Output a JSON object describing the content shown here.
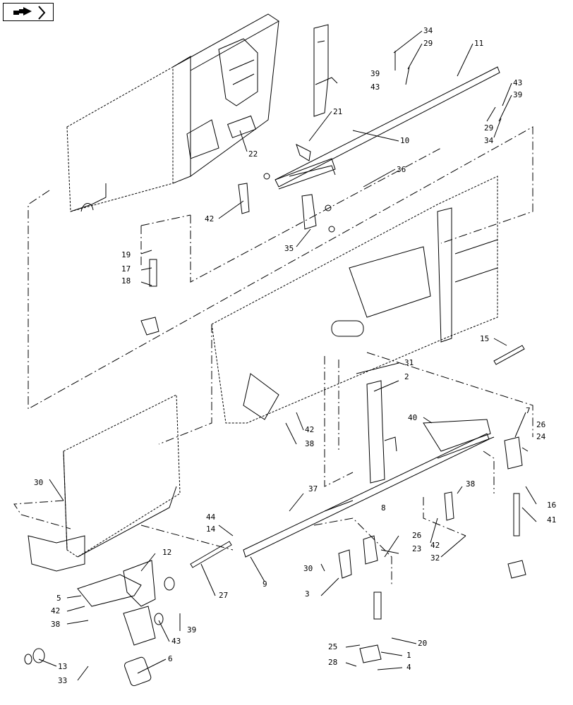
{
  "nav": {
    "icon": "next-page-arrow-icon"
  },
  "callouts": [
    {
      "id": "c34a",
      "text": "34"
    },
    {
      "id": "c29a",
      "text": "29"
    },
    {
      "id": "c11",
      "text": "11"
    },
    {
      "id": "c39a",
      "text": "39"
    },
    {
      "id": "c43a",
      "text": "43"
    },
    {
      "id": "c43b",
      "text": "43"
    },
    {
      "id": "c39b",
      "text": "39"
    },
    {
      "id": "c29b",
      "text": "29"
    },
    {
      "id": "c34b",
      "text": "34"
    },
    {
      "id": "c21",
      "text": "21"
    },
    {
      "id": "c10",
      "text": "10"
    },
    {
      "id": "c22",
      "text": "22"
    },
    {
      "id": "c36",
      "text": "36"
    },
    {
      "id": "c42a",
      "text": "42"
    },
    {
      "id": "c35",
      "text": "35"
    },
    {
      "id": "c19",
      "text": "19"
    },
    {
      "id": "c17",
      "text": "17"
    },
    {
      "id": "c18",
      "text": "18"
    },
    {
      "id": "c15",
      "text": "15"
    },
    {
      "id": "c31",
      "text": "31"
    },
    {
      "id": "c2",
      "text": "2"
    },
    {
      "id": "c42b",
      "text": "42"
    },
    {
      "id": "c38a",
      "text": "38"
    },
    {
      "id": "c40",
      "text": "40"
    },
    {
      "id": "c7",
      "text": "7"
    },
    {
      "id": "c26a",
      "text": "26"
    },
    {
      "id": "c24",
      "text": "24"
    },
    {
      "id": "c30a",
      "text": "30"
    },
    {
      "id": "c37",
      "text": "37"
    },
    {
      "id": "c8",
      "text": "8"
    },
    {
      "id": "c38b",
      "text": "38"
    },
    {
      "id": "c16",
      "text": "16"
    },
    {
      "id": "c41",
      "text": "41"
    },
    {
      "id": "c44",
      "text": "44"
    },
    {
      "id": "c14",
      "text": "14"
    },
    {
      "id": "c26b",
      "text": "26"
    },
    {
      "id": "c23",
      "text": "23"
    },
    {
      "id": "c42c",
      "text": "42"
    },
    {
      "id": "c32",
      "text": "32"
    },
    {
      "id": "c12",
      "text": "12"
    },
    {
      "id": "c9",
      "text": "9"
    },
    {
      "id": "c30b",
      "text": "30"
    },
    {
      "id": "c3",
      "text": "3"
    },
    {
      "id": "c27",
      "text": "27"
    },
    {
      "id": "c5",
      "text": "5"
    },
    {
      "id": "c42d",
      "text": "42"
    },
    {
      "id": "c38c",
      "text": "38"
    },
    {
      "id": "c39c",
      "text": "39"
    },
    {
      "id": "c43c",
      "text": "43"
    },
    {
      "id": "c25",
      "text": "25"
    },
    {
      "id": "c20",
      "text": "20"
    },
    {
      "id": "c1",
      "text": "1"
    },
    {
      "id": "c28",
      "text": "28"
    },
    {
      "id": "c4",
      "text": "4"
    },
    {
      "id": "c13",
      "text": "13"
    },
    {
      "id": "c33",
      "text": "33"
    },
    {
      "id": "c6",
      "text": "6"
    }
  ]
}
